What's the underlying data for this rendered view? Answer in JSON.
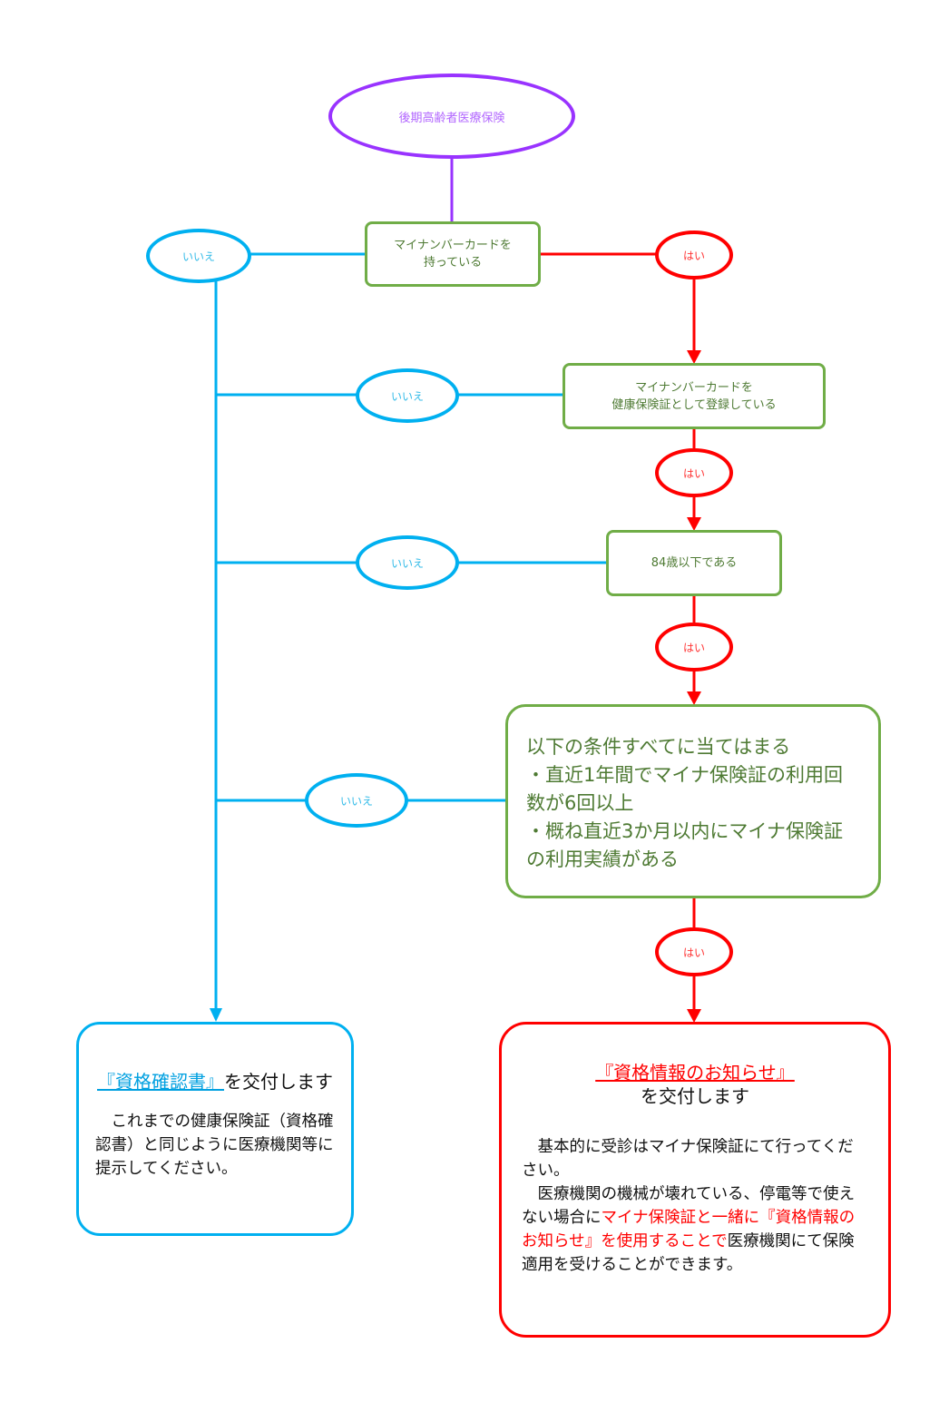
{
  "colors": {
    "start": "#9933ff",
    "no": "#00b0f0",
    "yes": "#ff0000",
    "question": "#70ad47",
    "question_text": "#4e7a33",
    "body_text": "#111111"
  },
  "start": {
    "label": "後期高齢者医療保険"
  },
  "questions": [
    {
      "id": "q1",
      "lines": [
        "マイナンバーカードを",
        "持っている"
      ]
    },
    {
      "id": "q2",
      "lines": [
        "マイナンバーカードを",
        "健康保険証として登録している"
      ]
    },
    {
      "id": "q3",
      "lines": [
        "84歳以下である"
      ]
    },
    {
      "id": "q4",
      "lines": [
        "以下の条件すべてに当てはまる",
        "・直近1年間でマイナ保険証の利用回",
        "数が6回以上",
        "・概ね直近3か月以内にマイナ保険証",
        "の利用実績がある"
      ]
    }
  ],
  "answers": {
    "no_label": "いいえ",
    "yes_label": "はい"
  },
  "results": {
    "no": {
      "title_link": "『資格確認書』",
      "title_rest": "を交付します",
      "body": "　これまでの健康保険証（資格確認書）と同じように医療機関等に提示してください。"
    },
    "yes": {
      "title_link": "『資格情報のお知らせ』",
      "title_rest": "を交付します",
      "body_1": "　基本的に受診はマイナ保険証にて行ってください。",
      "body_2a": "　医療機関の機械が壊れている、停電等で使えない場合に",
      "body_2b_red": "マイナ保険証と一緒に『資格情報のお知らせ』を使用することで",
      "body_2c": "医療機関にて保険適用を受けることができます。"
    }
  }
}
